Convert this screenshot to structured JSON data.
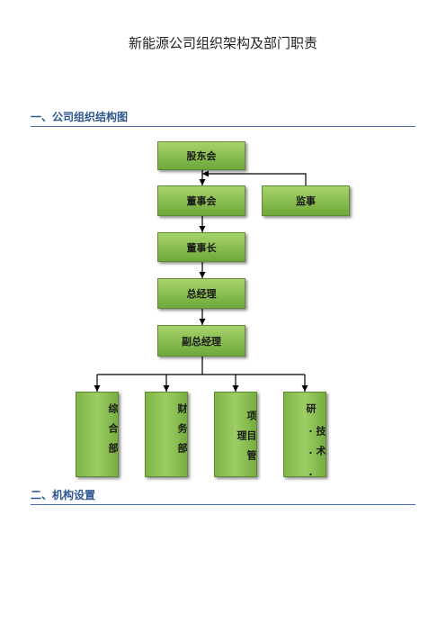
{
  "document": {
    "title": "新能源公司组织架构及部门职责"
  },
  "sections": [
    {
      "heading": "一、公司组织结构图"
    },
    {
      "heading": "二、机构设置"
    }
  ],
  "org_chart": {
    "shareholders": "股东会",
    "board": "董事会",
    "supervisor": "监事",
    "chairman": "董事长",
    "general_manager": "总经理",
    "deputy_gm": "副总经理",
    "departments": [
      {
        "label": "综合部"
      },
      {
        "label": "财务部"
      },
      {
        "label": "项目管理"
      },
      {
        "label": "技术研..."
      }
    ]
  }
}
